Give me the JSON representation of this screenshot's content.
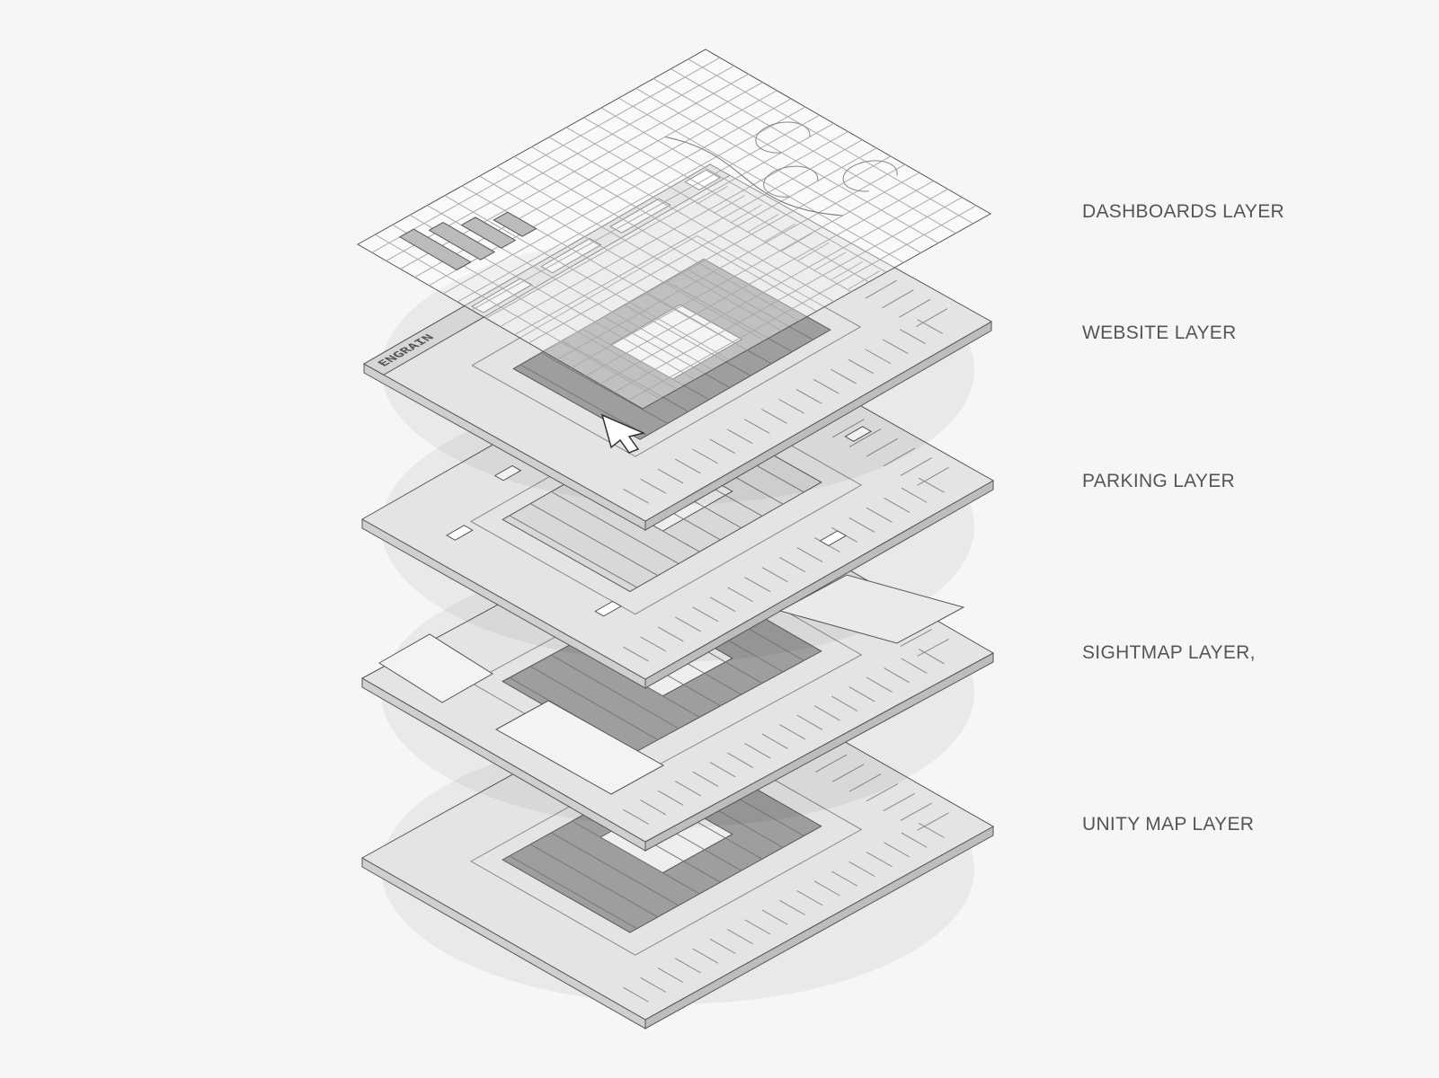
{
  "layers": [
    {
      "id": "unity-map",
      "label": "UNITY MAP LAYER"
    },
    {
      "id": "sightmap",
      "label": "SIGHTMAP LAYER,"
    },
    {
      "id": "parking",
      "label": "PARKING LAYER"
    },
    {
      "id": "website",
      "label": "WEBSITE LAYER",
      "logo_text": "ENGRAIN"
    },
    {
      "id": "dashboards",
      "label": "DASHBOARDS LAYER"
    }
  ],
  "colors": {
    "background": "#f6f6f8",
    "plate": "#e4e4e4",
    "plate_side": "#bdbdbd",
    "block": "#9e9e9e",
    "stroke": "#555555",
    "label": "#555555"
  }
}
